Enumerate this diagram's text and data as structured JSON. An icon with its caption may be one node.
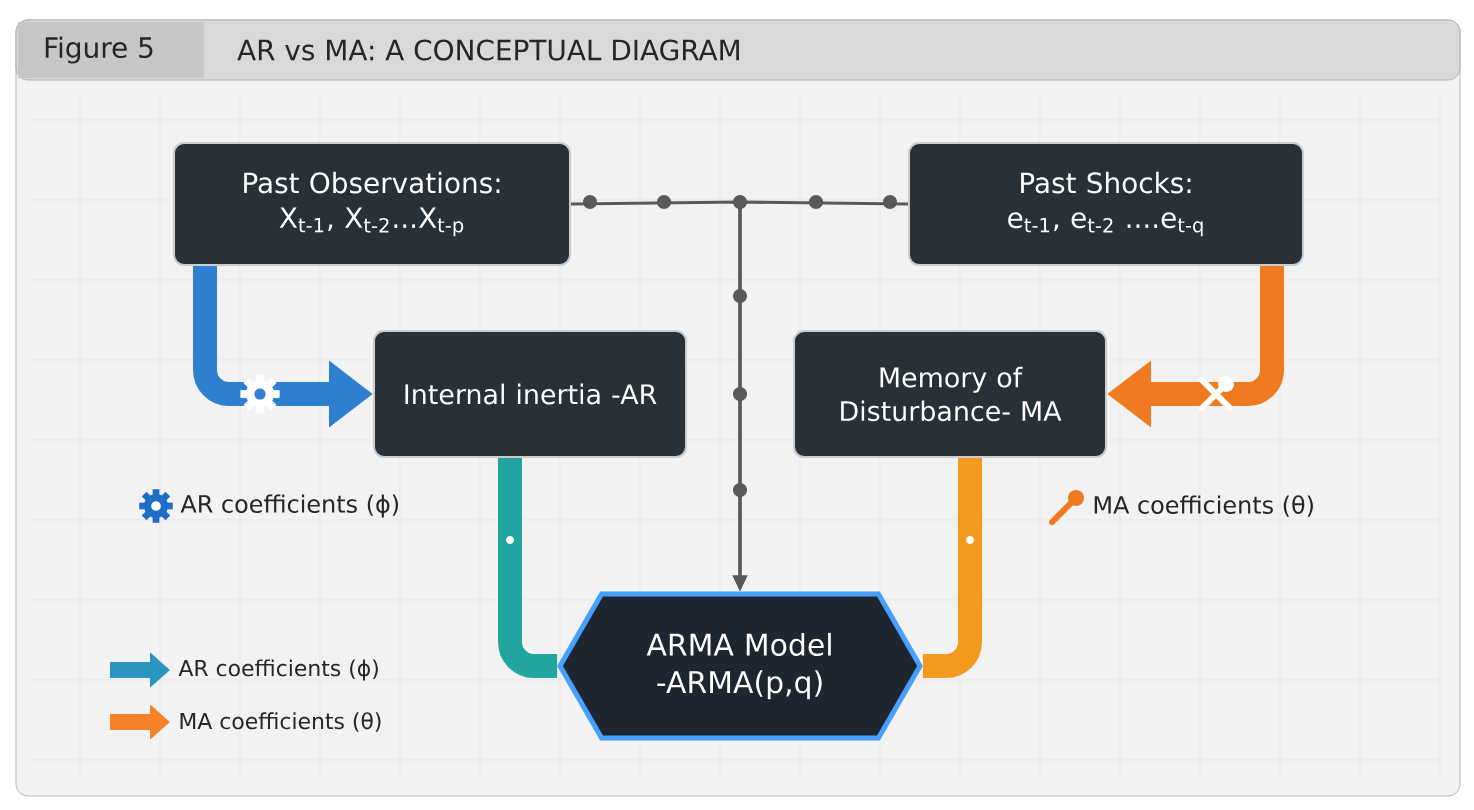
{
  "diagram": {
    "title": "AR vs MA: A CONCEPTUAL DIAGRAM",
    "nodes": [
      {
        "text": [
          "Past Observations:",
          "X$_{t-1}$, X$_{t-2}$...X$_{t-p}$"
        ]
      },
      {
        "text": [
          "Past Shocks:",
          "e$_{t-1}$, e$_{t-2}$ ....e$_{t-q}$"
        ]
      },
      {
        "text": [
          "Internal inertia -AR"
        ]
      },
      {
        "text": [
          "Memory of Disturbance- MA"
        ]
      },
      {
        "text": [
          "ARMA Model -ARMA(p,q)"
        ]
      }
    ],
    "edges": [
      {
        "from": 0,
        "to": 2,
        "arrow": "to",
        "color": "#2f7fd0"
      },
      {
        "from": 1,
        "to": 3,
        "arrow": "to",
        "color": "#f07a22"
      },
      {
        "from": 0,
        "to": 4,
        "arrow": "to"
      },
      {
        "from": 1,
        "to": 4,
        "arrow": "to"
      },
      {
        "from": 2,
        "to": 4,
        "arrow": "none",
        "color": "#22a5a0"
      },
      {
        "from": 3,
        "to": 4,
        "arrow": "none",
        "color": "#f39a1e"
      }
    ],
    "labels": [
      "Figure 5",
      "AR coefficients (ϕ)",
      "MA coefficients (θ)"
    ],
    "legend": [
      {
        "text": "AR coefficients (ϕ)"
      },
      {
        "text": "MA coefficients (θ)"
      }
    ]
  }
}
